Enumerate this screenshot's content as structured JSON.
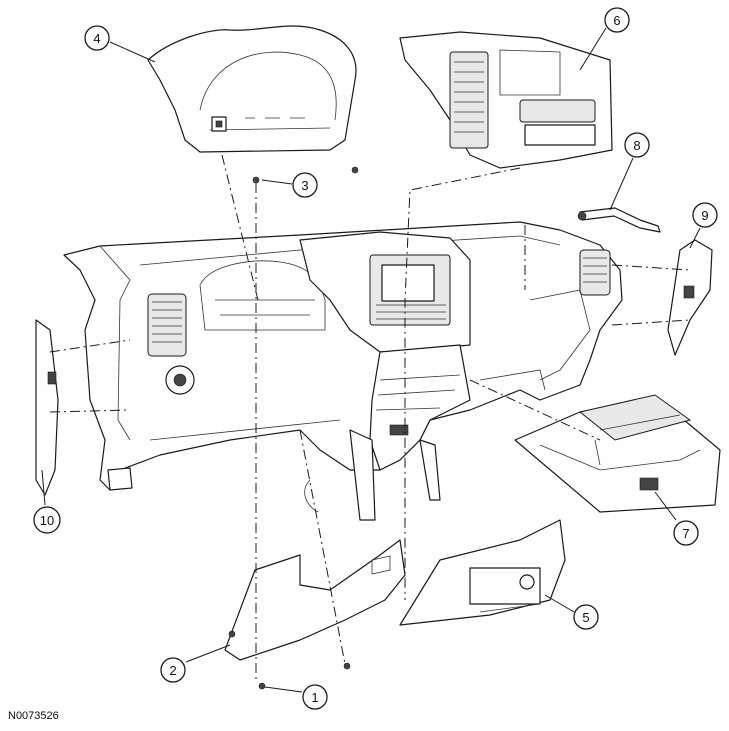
{
  "figure": {
    "id": "N0073526",
    "callouts": [
      "1",
      "2",
      "3",
      "4",
      "5",
      "6",
      "7",
      "8",
      "9",
      "10"
    ]
  }
}
